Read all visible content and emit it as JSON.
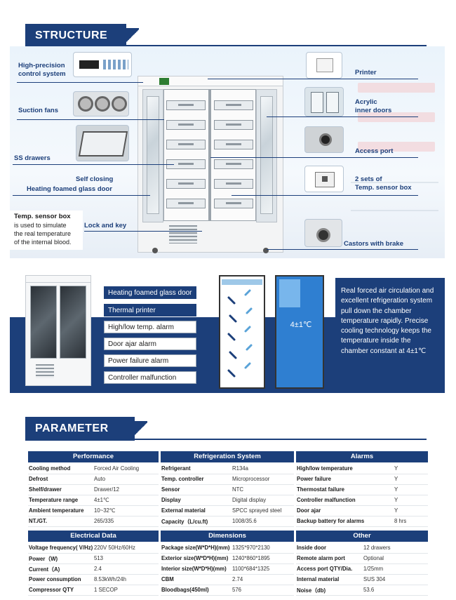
{
  "structure": {
    "heading": "STRUCTURE",
    "left_labels": {
      "control": "High-precision\ncontrol system",
      "fans": "Suction fans",
      "drawers": "SS drawers",
      "self_closing": "Self closing",
      "heating_glass": "Heating foamed glass door",
      "lock": "Lock and key",
      "sensor_title": "Temp. sensor box",
      "sensor_desc": "is used to simulate\nthe real temperature\nof the internal blood."
    },
    "right_labels": {
      "printer": "Printer",
      "acrylic": "Acrylic\ninner doors",
      "access": "Access port",
      "sensors": "2 sets of\nTemp. sensor box",
      "castors": "Castors with brake"
    }
  },
  "features": {
    "items": [
      "Heating foamed glass door",
      "Thermal printer",
      "High/low temp. alarm",
      "Door ajar alarm",
      "Power failure alarm",
      "Controller malfunction"
    ],
    "chamber_temp": "4±1℃",
    "description": "Real forced air circulation and excellent refrigeration system pull down the chamber temperature rapidly. Precise cooling technology keeps the temperature inside the chamber constant at 4±1℃"
  },
  "parameter": {
    "heading": "PARAMETER",
    "performance": {
      "title": "Performance",
      "rows": [
        [
          "Cooling method",
          "Forced Air Cooling"
        ],
        [
          "Defrost",
          "Auto"
        ],
        [
          "Shelf/drawer",
          "Drawer/12"
        ],
        [
          "Temperature range",
          "4±1℃"
        ],
        [
          "Ambient temperature",
          "10~32℃"
        ],
        [
          "NT./GT.",
          "265/335"
        ]
      ]
    },
    "refrigeration": {
      "title": "Refrigeration System",
      "rows": [
        [
          "Refrigerant",
          "R134a"
        ],
        [
          "Temp. controller",
          "Microprocessor"
        ],
        [
          "Sensor",
          "NTC"
        ],
        [
          "Display",
          "Digital display"
        ],
        [
          "External material",
          "SPCC sprayed steel"
        ],
        [
          "Capacity（L/cu.ft)",
          "1008/35.6"
        ]
      ]
    },
    "alarms": {
      "title": "Alarms",
      "rows": [
        [
          "High/low temperature",
          "Y"
        ],
        [
          "Power failure",
          "Y"
        ],
        [
          "Thermostat failure",
          "Y"
        ],
        [
          "Controller malfunction",
          "Y"
        ],
        [
          "Door ajar",
          "Y"
        ],
        [
          "Backup battery for alarms",
          "8 hrs"
        ]
      ]
    },
    "electrical": {
      "title": "Electrical Data",
      "rows": [
        [
          "Voltage frequency( V/Hz)",
          "220V 50Hz/60Hz"
        ],
        [
          "Power（W)",
          "513"
        ],
        [
          "Current（A)",
          "2.4"
        ],
        [
          "Power consumption",
          "8.53kWh/24h"
        ],
        [
          "Compressor QTY",
          "1 SECOP"
        ]
      ]
    },
    "dimensions": {
      "title": "Dimensions",
      "rows": [
        [
          "Package size(W*D*H)(mm)",
          "1325*970*2130"
        ],
        [
          "Exterior size(W*D*H)(mm)",
          "1240*860*1895"
        ],
        [
          "Interior size(W*D*H)(mm)",
          "1100*684*1325"
        ],
        [
          "CBM",
          "2.74"
        ],
        [
          "Bloodbags(450ml)",
          "576"
        ]
      ]
    },
    "other": {
      "title": "Other",
      "rows": [
        [
          "Inside door",
          "12 drawers"
        ],
        [
          "Remote alarm port",
          "Optional"
        ],
        [
          "Access port QTY/Dia.",
          "1/25mm"
        ],
        [
          "Internal material",
          "SUS 304"
        ],
        [
          "Noise（db)",
          "53.6"
        ]
      ]
    }
  },
  "colors": {
    "accent": "#1c3f7a",
    "panel": "#eaf3fb"
  },
  "icons": [
    "control-panel-icon",
    "fan-icon",
    "drawer-icon",
    "printer-icon",
    "acrylic-door-icon",
    "access-port-icon",
    "sensor-box-icon",
    "castor-icon"
  ]
}
